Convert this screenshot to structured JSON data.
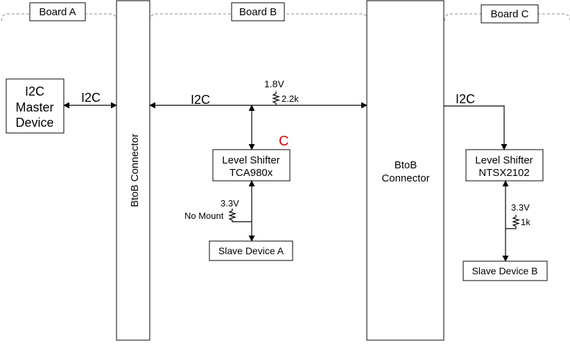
{
  "boards": {
    "a": {
      "label": "Board A"
    },
    "b": {
      "label": "Board B"
    },
    "c": {
      "label": "Board C"
    }
  },
  "connectors": {
    "left": {
      "label": "BtoB Connector"
    },
    "right": {
      "line1": "BtoB",
      "line2": "Connector"
    }
  },
  "master": {
    "line1": "I2C",
    "line2": "Master",
    "line3": "Device"
  },
  "buses": {
    "a_label": "I2C",
    "b_label": "I2C",
    "c_label": "I2C"
  },
  "pullups": {
    "bus_b": {
      "voltage": "1.8V",
      "value": "2.2k"
    },
    "slave_a": {
      "voltage": "3.3V",
      "note": "No Mount"
    },
    "slave_b": {
      "voltage": "3.3V",
      "value": "1k"
    }
  },
  "shifters": {
    "b": {
      "line1": "Level Shifter",
      "line2": "TCA980x",
      "annotation": "C"
    },
    "c": {
      "line1": "Level Shifter",
      "line2": "NTSX2102"
    }
  },
  "slaves": {
    "a": {
      "label": "Slave Device A"
    },
    "b": {
      "label": "Slave Device B"
    }
  },
  "colors": {
    "annotation": "#e00000",
    "line": "#000000",
    "board_outline": "#888888"
  }
}
